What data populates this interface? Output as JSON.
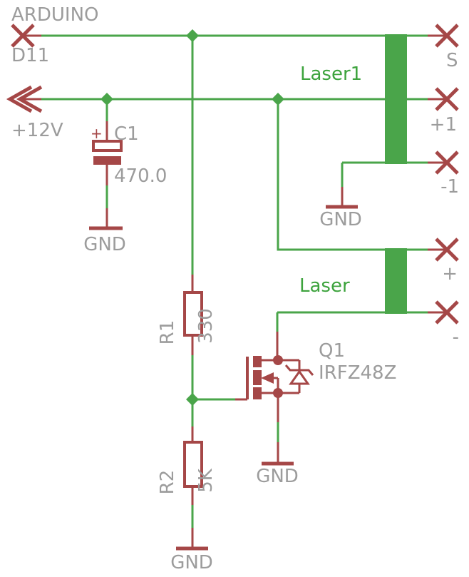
{
  "colors": {
    "background": "#ffffff",
    "wire": "#4aa54a",
    "symbol": "#a54747",
    "label": "#9c9c9c",
    "netname": "#3da33d"
  },
  "components": {
    "arduino": {
      "title": "ARDUINO",
      "pin_label": "D11"
    },
    "supply": {
      "label": "+12V"
    },
    "c1": {
      "name": "C1",
      "value": "470.0",
      "polarity": "+"
    },
    "r1": {
      "name": "R1",
      "value": "330"
    },
    "r2": {
      "name": "R2",
      "value": "5K"
    },
    "q1": {
      "name": "Q1",
      "value": "IRFZ48Z"
    },
    "laser1": {
      "name": "Laser1",
      "pin_s": "S",
      "pin_plus1": "+1",
      "pin_minus1": "-1"
    },
    "laser": {
      "name": "Laser",
      "pin_plus": "+",
      "pin_minus": "-"
    },
    "gnd": {
      "label": "GND"
    }
  }
}
